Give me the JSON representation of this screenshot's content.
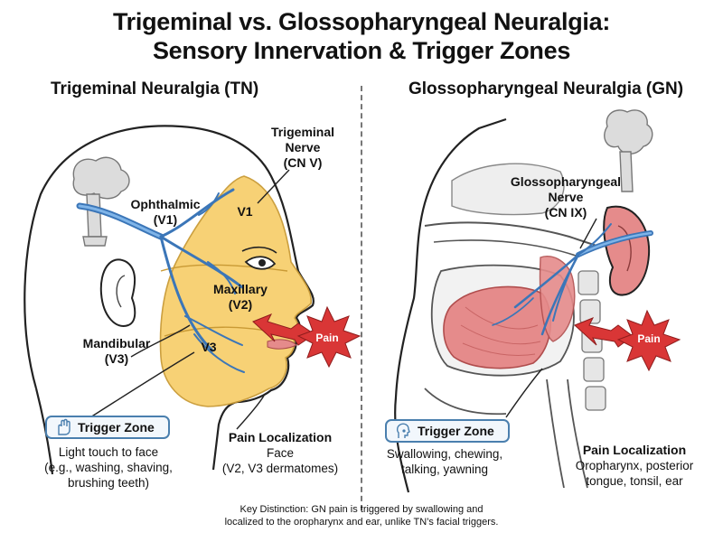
{
  "title": {
    "line1": "Trigeminal vs. Glossopharyngeal Neuralgia:",
    "line2": "Sensory Innervation & Trigger Zones"
  },
  "tn": {
    "title": "Trigeminal Neuralgia (TN)",
    "nerve_line1": "Trigeminal",
    "nerve_line2": "Nerve",
    "nerve_line3": "(CN V)",
    "ophthalmic_line1": "Ophthalmic",
    "ophthalmic_line2": "(V1)",
    "v1": "V1",
    "maxillary_line1": "Maxillary",
    "maxillary_line2": "(V2)",
    "mandibular_line1": "Mandibular",
    "mandibular_line2": "(V3)",
    "v3": "V3",
    "pain": "Pain",
    "trigger_title": "Trigger Zone",
    "trigger_line1": "Light touch to face",
    "trigger_line2": "(e.g., washing, shaving,",
    "trigger_line3": "brushing teeth)",
    "loc_title": "Pain Localization",
    "loc_line1": "Face",
    "loc_line2": "(V2, V3 dermatomes)"
  },
  "gn": {
    "title": "Glossopharyngeal Neuralgia (GN)",
    "nerve_line1": "Glossopharyngeal",
    "nerve_line2": "Nerve",
    "nerve_line3": "(CN IX)",
    "pain": "Pain",
    "trigger_title": "Trigger Zone",
    "trigger_line1": "Swallowing, chewing,",
    "trigger_line2": "talking, yawning",
    "loc_title": "Pain Localization",
    "loc_line1": "Oropharynx, posterior",
    "loc_line2": "tongue, tonsil, ear"
  },
  "footer": {
    "line1": "Key Distinction: GN pain is triggered by swallowing and",
    "line2": "localized to the oropharynx and ear, unlike TN’s facial triggers."
  },
  "colors": {
    "nerve": "#4f8fcf",
    "face_zone": "#f7cf6e",
    "tissue": "#e58b8b",
    "pain_star": "#d93636",
    "trigger_border": "#4a7fae"
  }
}
